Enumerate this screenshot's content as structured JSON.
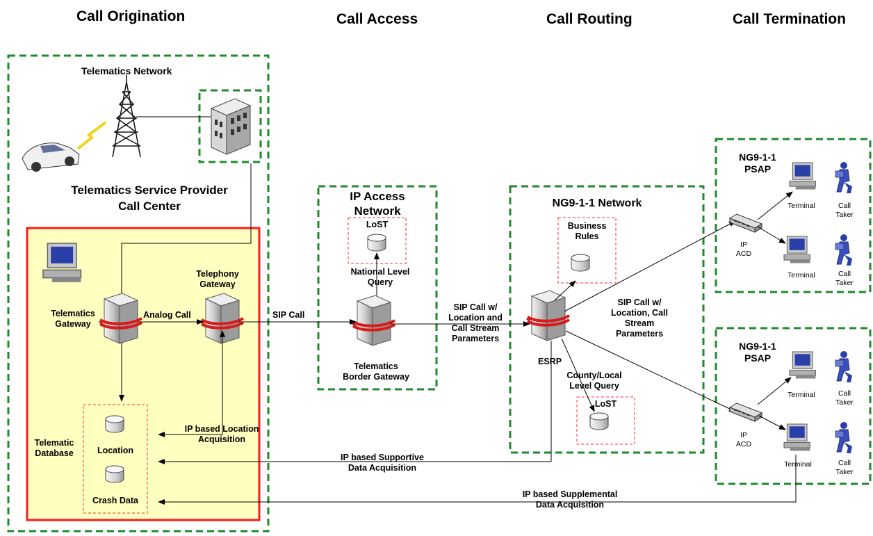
{
  "headers": {
    "origination": "Call Origination",
    "access": "Call Access",
    "routing": "Call Routing",
    "termination": "Call Termination"
  },
  "origination": {
    "telematics_network": "Telematics Network",
    "tsp_line1": "Telematics Service Provider",
    "tsp_line2": "Call Center",
    "telematics_gateway_line1": "Telematics",
    "telematics_gateway_line2": "Gateway",
    "analog_call": "Analog Call",
    "telephony_gateway_line1": "Telephony",
    "telephony_gateway_line2": "Gateway",
    "telematic_database_line1": "Telematic",
    "telematic_database_line2": "Database",
    "location": "Location",
    "crash_data": "Crash Data",
    "ip_location_line1": "IP based Location",
    "ip_location_line2": "Acquisition"
  },
  "access": {
    "title_line1": "IP Access",
    "title_line2": "Network",
    "lost": "LoST",
    "national_query_line1": "National Level",
    "national_query_line2": "Query",
    "border_gateway_line1": "Telematics",
    "border_gateway_line2": "Border Gateway",
    "sip_call": "SIP Call"
  },
  "routing": {
    "title": "NG9-1-1 Network",
    "business_rules_line1": "Business",
    "business_rules_line2": "Rules",
    "esrp": "ESRP",
    "county_query_line1": "County/Local",
    "county_query_line2": "Level Query",
    "lost": "LoST",
    "sip_w_location_line1": "SIP Call w/",
    "sip_w_location_line2": "Location and",
    "sip_w_location_line3": "Call Stream",
    "sip_w_location_line4": "Parameters",
    "supportive_line1": "IP based Supportive",
    "supportive_line2": "Data  Acquisition"
  },
  "termination": {
    "psap_line1": "NG9-1-1",
    "psap_line2": "PSAP",
    "sip_w_location_line1": "SIP Call w/",
    "sip_w_location_line2": "Location, Call",
    "sip_w_location_line3": "Stream",
    "sip_w_location_line4": "Parameters",
    "ip": "IP",
    "acd": "ACD",
    "terminal": "Terminal",
    "call": "Call",
    "taker": "Taker",
    "supplemental_line1": "IP based Supplemental",
    "supplemental_line2": "Data  Acquisition"
  },
  "colors": {
    "green_dash": "#1e8a2a",
    "red_box": "#ff2a2a",
    "yellow_fill": "#ffffc0",
    "lost_dash": "#ff2a2a"
  }
}
